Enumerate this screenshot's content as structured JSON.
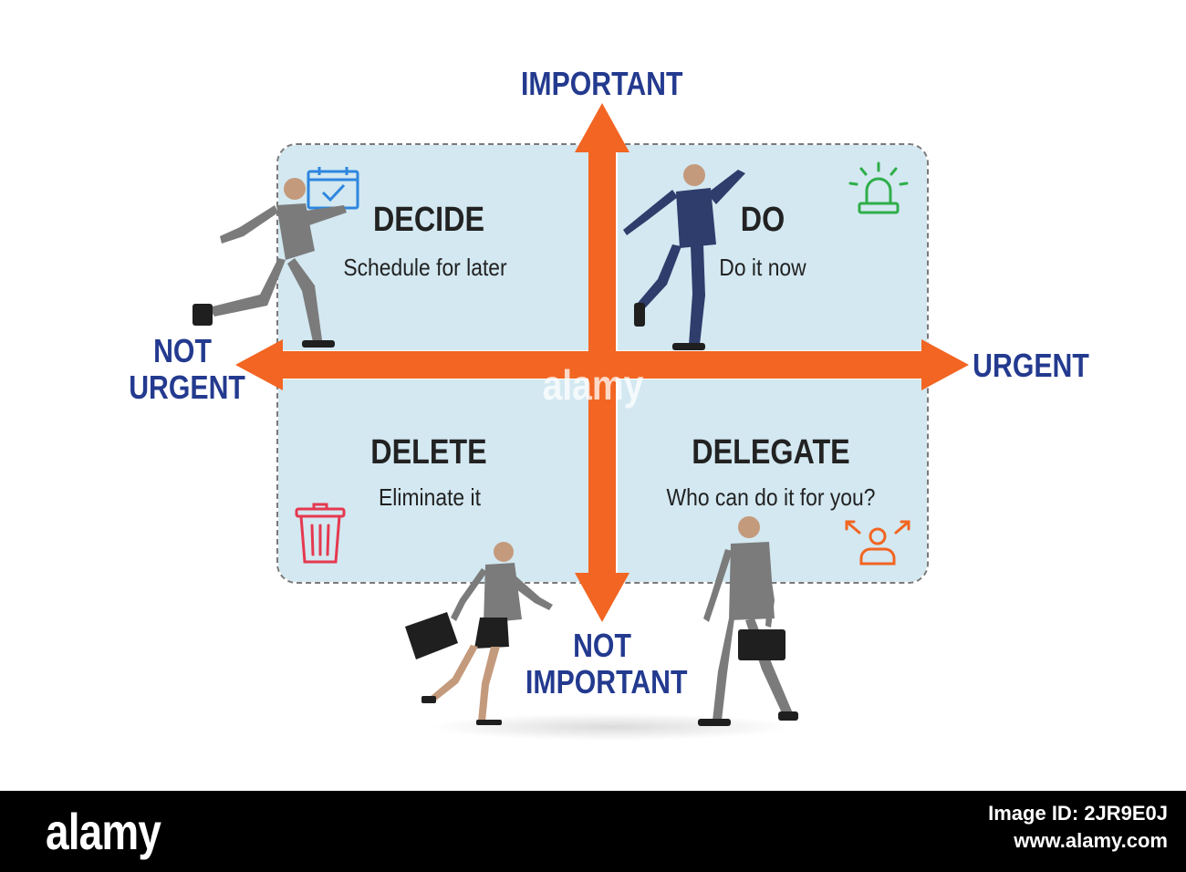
{
  "axes": {
    "top": "IMPORTANT",
    "right": "URGENT",
    "left_line1": "NOT",
    "left_line2": "URGENT",
    "bottom_line1": "NOT",
    "bottom_line2": "IMPORTANT"
  },
  "quadrants": {
    "decide": {
      "title": "DECIDE",
      "subtitle": "Schedule for later",
      "icon": "calendar-check-icon"
    },
    "do": {
      "title": "DO",
      "subtitle": "Do it now",
      "icon": "siren-icon"
    },
    "delete": {
      "title": "DELETE",
      "subtitle": "Eliminate it",
      "icon": "trash-icon"
    },
    "delegate": {
      "title": "DELEGATE",
      "subtitle": "Who can do it for you?",
      "icon": "person-arrows-icon"
    }
  },
  "colors": {
    "arrow": "#f26522",
    "axis_text": "#233a8f",
    "quadrant_fill": "#d3e8f1",
    "calendar_icon": "#2e86de",
    "siren_icon": "#2fae4a",
    "trash_icon": "#e53950",
    "delegate_icon": "#f26522"
  },
  "watermark": "alamy",
  "footer": {
    "logo": "alamy",
    "image_id_line1": "Image ID: 2JR9E0J",
    "image_id_line2": "www.alamy.com"
  }
}
